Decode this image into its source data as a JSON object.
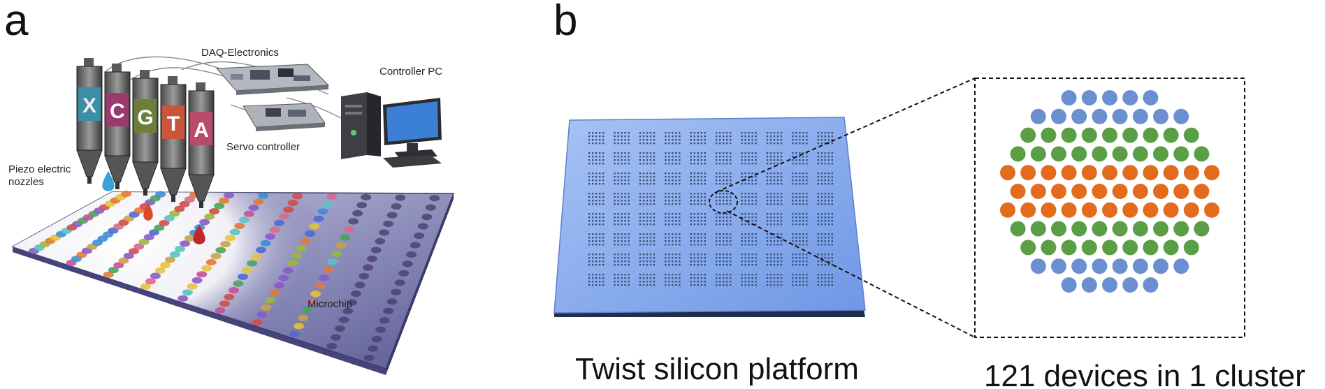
{
  "panels": {
    "a": {
      "letter": "a",
      "labels": {
        "daq": "DAQ-Electronics",
        "controller_pc": "Controller PC",
        "servo": "Servo controller",
        "piezo_line1": "Piezo electric",
        "piezo_line2": "nozzles",
        "microchip": "Microchip"
      },
      "nozzle_letters": [
        "X",
        "C",
        "G",
        "T",
        "A"
      ],
      "nozzle_colors": [
        "#3a8ea8",
        "#9a3a6e",
        "#6c7f3a",
        "#c9553a",
        "#b84b6a"
      ]
    },
    "b": {
      "letter": "b",
      "captions": {
        "platform": "Twist silicon platform",
        "cluster": "121 devices in 1 cluster"
      },
      "cluster_rows": [
        5,
        8,
        9,
        10,
        11,
        10,
        11,
        10,
        9,
        8,
        5
      ],
      "row_color_keys": [
        "blue",
        "blue",
        "green",
        "green",
        "orange",
        "orange",
        "orange",
        "green",
        "green",
        "blue",
        "blue"
      ],
      "colors": {
        "blue": "#6b8fd1",
        "green": "#5a9e46",
        "orange": "#e36b1e",
        "platform_top": "#8fb1ef",
        "platform_edge": "#1f2e4a"
      }
    }
  }
}
